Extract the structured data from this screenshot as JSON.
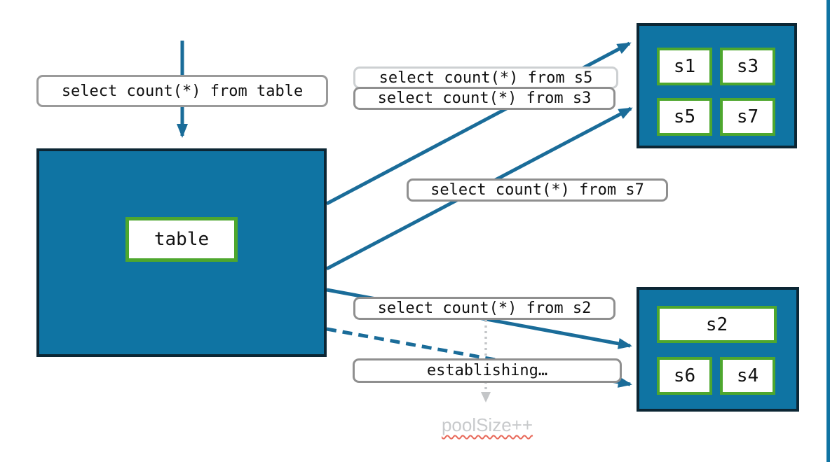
{
  "labels": {
    "query_table": "select count(*) from table",
    "query_s5": "select count(*) from s5",
    "query_s3": "select count(*) from s3",
    "query_s7": "select count(*) from s7",
    "query_s2": "select count(*) from s2",
    "establishing": "establishing…",
    "pool_size": "poolSize++"
  },
  "table_box": {
    "label": "table"
  },
  "pool_top": {
    "shards": [
      "s1",
      "s3",
      "s5",
      "s7"
    ]
  },
  "pool_bottom": {
    "shards": [
      "s2",
      "s6",
      "s4"
    ]
  },
  "colors": {
    "teal_fill": "#0F74A3",
    "dark_border": "#0C2634",
    "green_border": "#4EA72E",
    "arrow_teal": "#1A6C99",
    "label_border": "#8F8F8F",
    "label_border_light": "#CDD0D2",
    "muted_text": "#C8CACC",
    "spellcheck_underline": "#E8695A"
  }
}
